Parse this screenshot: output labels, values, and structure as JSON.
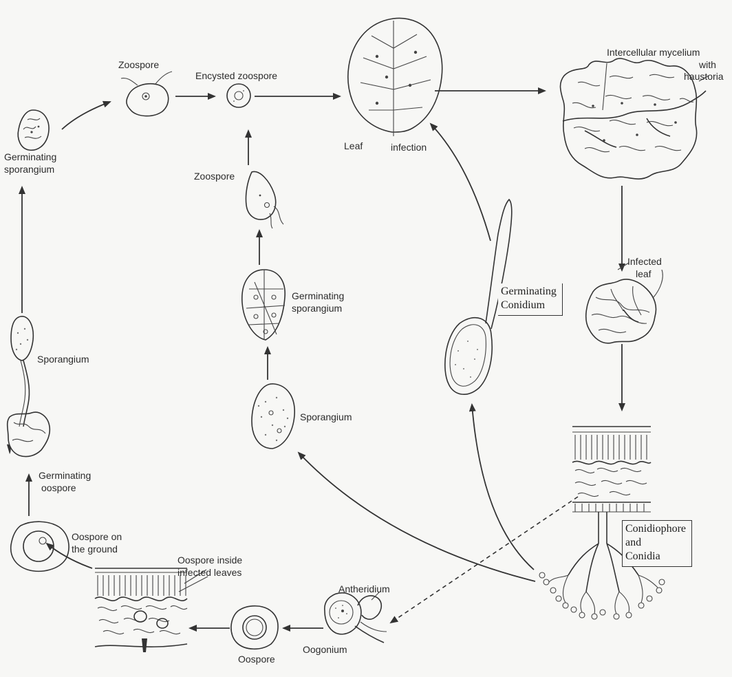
{
  "labels": {
    "zoospore_top": "Zoospore",
    "encysted_zoospore": "Encysted zoospore",
    "leaf": "Leaf",
    "infection": "infection",
    "intercellular_line1": "Intercellular mycelium",
    "intercellular_line2": "with",
    "intercellular_line3": "haustoria",
    "germinating_sporangium_left_1": "Germinating",
    "germinating_sporangium_left_2": "sporangium",
    "zoospore_mid": "Zoospore",
    "germinating_sporangium_mid_1": "Germinating",
    "germinating_sporangium_mid_2": "sporangium",
    "germinating_conidium_1": "Germinating",
    "germinating_conidium_2": "Conidium",
    "infected_leaf_1": "Infected",
    "infected_leaf_2": "leaf",
    "sporangium_left": "Sporangium",
    "sporangium_mid": "Sporangium",
    "germinating_oospore_1": "Germinating",
    "germinating_oospore_2": "oospore",
    "oospore_ground_1": "Oospore on",
    "oospore_ground_2": "the ground",
    "oospore_inside_1": "Oospore inside",
    "oospore_inside_2": "infected leaves",
    "antheridium": "Antheridium",
    "oogonium": "Oogonium",
    "oospore": "Oospore",
    "conidiophore_1": "Conidiophore",
    "conidiophore_2": "and",
    "conidiophore_3": "Conidia"
  },
  "colors": {
    "ink": "#333333",
    "paper": "#f7f7f5",
    "stipple": "#777777"
  }
}
